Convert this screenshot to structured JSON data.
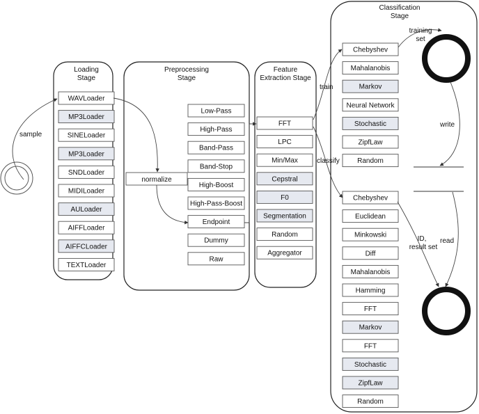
{
  "stages": {
    "loading": {
      "title": [
        "Loading",
        "Stage"
      ],
      "items": [
        {
          "label": "WAVLoader",
          "shaded": false
        },
        {
          "label": "MP3Loader",
          "shaded": true
        },
        {
          "label": "SINELoader",
          "shaded": false
        },
        {
          "label": "MP3Loader",
          "shaded": true
        },
        {
          "label": "SNDLoader",
          "shaded": false
        },
        {
          "label": "MIDILoader",
          "shaded": false
        },
        {
          "label": "AULoader",
          "shaded": true
        },
        {
          "label": "AIFFLoader",
          "shaded": false
        },
        {
          "label": "AIFFCLoader",
          "shaded": true
        },
        {
          "label": "TEXTLoader",
          "shaded": false
        }
      ]
    },
    "preprocessing": {
      "title": [
        "Preprocessing",
        "Stage"
      ],
      "items": [
        {
          "label": "Low-Pass",
          "shaded": false
        },
        {
          "label": "High-Pass",
          "shaded": false
        },
        {
          "label": "Band-Pass",
          "shaded": false
        },
        {
          "label": "Band-Stop",
          "shaded": false
        },
        {
          "label": "High-Boost",
          "shaded": false
        },
        {
          "label": "High-Pass-Boost",
          "shaded": false
        },
        {
          "label": "Endpoint",
          "shaded": false
        },
        {
          "label": "Dummy",
          "shaded": false
        },
        {
          "label": "Raw",
          "shaded": false
        }
      ]
    },
    "feature": {
      "title": [
        "Feature",
        "Extraction Stage"
      ],
      "items": [
        {
          "label": "FFT",
          "shaded": false
        },
        {
          "label": "LPC",
          "shaded": false
        },
        {
          "label": "Min/Max",
          "shaded": false
        },
        {
          "label": "Cepstral",
          "shaded": true
        },
        {
          "label": "F0",
          "shaded": true
        },
        {
          "label": "Segmentation",
          "shaded": true
        },
        {
          "label": "Random",
          "shaded": false
        },
        {
          "label": "Aggregator",
          "shaded": false
        }
      ]
    },
    "classification": {
      "title": [
        "Classification",
        "Stage"
      ],
      "train_items": [
        {
          "label": "Chebyshev",
          "shaded": false
        },
        {
          "label": "Mahalanobis",
          "shaded": false
        },
        {
          "label": "Markov",
          "shaded": true
        },
        {
          "label": "Neural Network",
          "shaded": false
        },
        {
          "label": "Stochastic",
          "shaded": true
        },
        {
          "label": "ZipfLaw",
          "shaded": false
        },
        {
          "label": "Random",
          "shaded": false
        }
      ],
      "classify_items": [
        {
          "label": "Chebyshev",
          "shaded": false
        },
        {
          "label": "Euclidean",
          "shaded": false
        },
        {
          "label": "Minkowski",
          "shaded": false
        },
        {
          "label": "Diff",
          "shaded": false
        },
        {
          "label": "Mahalanobis",
          "shaded": false
        },
        {
          "label": "Hamming",
          "shaded": false
        },
        {
          "label": "FFT",
          "shaded": false
        },
        {
          "label": "Markov",
          "shaded": true
        },
        {
          "label": "FFT",
          "shaded": false
        },
        {
          "label": "Stochastic",
          "shaded": true
        },
        {
          "label": "ZipfLaw",
          "shaded": true
        },
        {
          "label": "Random",
          "shaded": false
        }
      ]
    }
  },
  "intermediate": {
    "normalize": "normalize"
  },
  "edge_labels": {
    "sample": "sample",
    "train": "train",
    "classify": "classify",
    "training_set": [
      "training",
      "set"
    ],
    "write": "write",
    "id_result": [
      "ID,",
      "result set"
    ],
    "read": "read"
  }
}
